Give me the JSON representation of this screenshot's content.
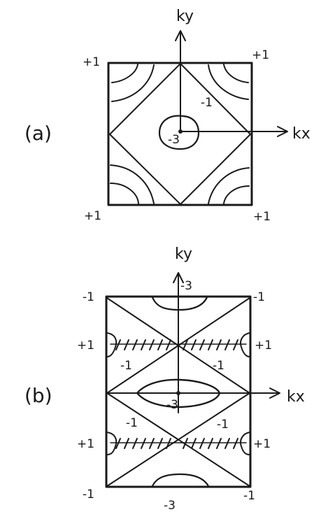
{
  "panel_a": {
    "label": "(a)",
    "axis_ky": "ky",
    "axis_kx": "kx",
    "corner_top_left": "+1",
    "corner_top_right": "+1",
    "corner_bottom_left": "+1",
    "corner_bottom_right": "+1",
    "contour_inner": "-1",
    "center_value": "-3"
  },
  "panel_b": {
    "label": "(b)",
    "axis_ky": "ky",
    "axis_kx": "kx",
    "corner_top_left": "-1",
    "corner_top_right": "-1",
    "corner_bottom_left": "-1",
    "corner_bottom_right": "-1",
    "top_center_value": "-3",
    "bottom_center_value": "-3",
    "center_value": "-3",
    "upper_left_side": "+1",
    "upper_right_side": "+1",
    "lower_left_side": "+1",
    "lower_right_side": "+1",
    "upper_left_inner": "-1",
    "upper_right_inner": "-1",
    "lower_left_inner": "-1",
    "lower_right_inner": "-1"
  }
}
